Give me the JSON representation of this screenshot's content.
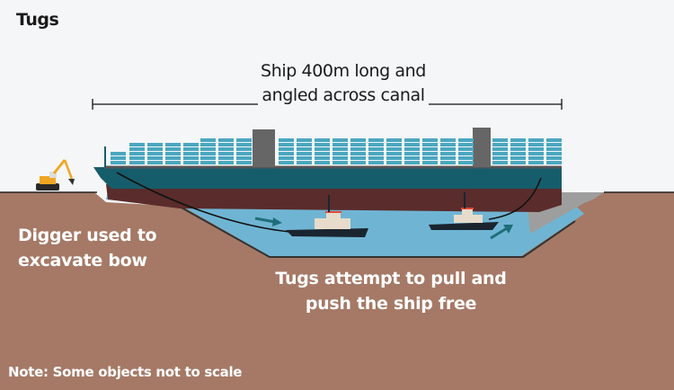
{
  "title": "Tugs",
  "labels": {
    "ship_length_line1": "Ship 400m long and",
    "ship_length_line2": "angled across canal",
    "digger_line1": "Digger used to",
    "digger_line2": "excavate bow",
    "tugs_line1": "Tugs attempt to pull and",
    "tugs_line2": "push the ship free",
    "note": "Note: Some objects not to scale"
  },
  "colors": {
    "background": "#f5f6f8",
    "earth": "#a57966",
    "water": "#6fb5d3",
    "hull_teal": "#165d6c",
    "hull_maroon": "#5a2c2c",
    "containers": "#4aa7bf",
    "superstructure": "#666666",
    "tug_hull": "#1b2530",
    "tug_cabin": "#e7dccb",
    "tug_roof": "#e04a3a",
    "digger": "#f0a623",
    "sand": "#9b9b9b",
    "arrow": "#1f6e7a"
  }
}
